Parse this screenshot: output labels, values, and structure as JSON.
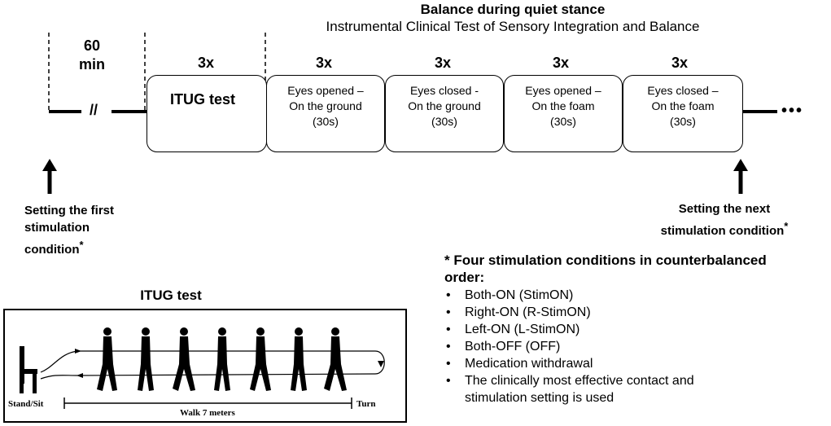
{
  "header": {
    "title": "Balance during quiet stance",
    "subtitle": "Instrumental Clinical Test of Sensory Integration and Balance"
  },
  "timeline": {
    "wait_duration": "60\nmin",
    "break_mark": "//",
    "ellipsis": "•••",
    "tests": [
      {
        "repeat": "3x",
        "label": "ITUG test"
      },
      {
        "repeat": "3x",
        "label": "Eyes opened –\nOn the ground\n(30s)"
      },
      {
        "repeat": "3x",
        "label": "Eyes closed -\nOn the ground\n(30s)"
      },
      {
        "repeat": "3x",
        "label": "Eyes opened –\nOn the foam\n(30s)"
      },
      {
        "repeat": "3x",
        "label": "Eyes closed –\nOn the foam\n(30s)"
      }
    ]
  },
  "notes": {
    "first": "Setting the first\nstimulation\ncondition",
    "next": "Setting the next\nstimulation condition",
    "asterisk": "*"
  },
  "conditions": {
    "title": "* Four stimulation conditions in counterbalanced\norder:",
    "items": [
      "Both-ON (StimON)",
      "Right-ON (R-StimON)",
      "Left-ON (L-StimON)",
      "Both-OFF (OFF)",
      "Medication withdrawal",
      "The clinically most effective contact and\nstimulation setting is used"
    ]
  },
  "itug": {
    "title": "ITUG test",
    "stand_sit": "Stand/Sit",
    "walk": "Walk 7 meters",
    "turn": "Turn"
  }
}
